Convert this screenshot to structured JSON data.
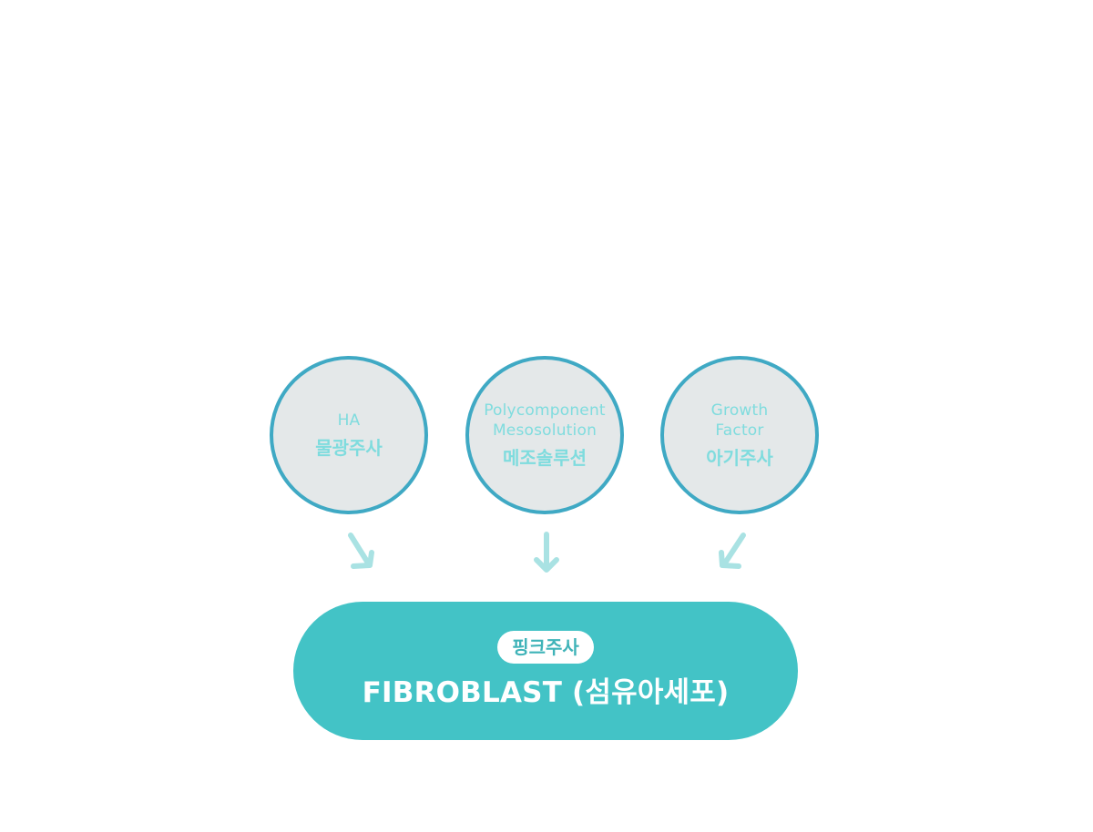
{
  "sources": [
    {
      "en": "HA",
      "ko": "물광주사"
    },
    {
      "en": "Polycomponent\nMesosolution",
      "ko": "메조솔루션"
    },
    {
      "en": "Growth\nFactor",
      "ko": "아기주사"
    }
  ],
  "target": {
    "tag": "핑크주사",
    "title": "FIBROBLAST (섬유아세포)"
  },
  "colors": {
    "circle_border": "#3fa9c4",
    "circle_fill": "#e4e8e9",
    "circle_text": "#7fdcde",
    "arrow": "#a9e2e3",
    "pill": "#43c3c6"
  }
}
